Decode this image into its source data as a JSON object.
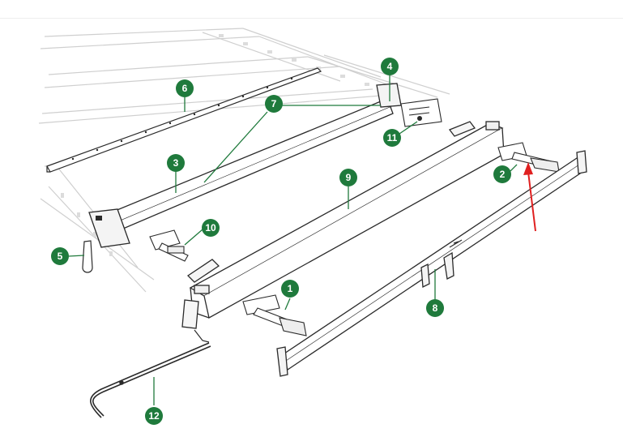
{
  "colors": {
    "callout_fill": "#1f7a3c",
    "leader_line": "#1f7a3c",
    "arrow": "#e02020",
    "part_stroke": "#2a2a2a",
    "background_frame": "#d0d0d0"
  },
  "callouts": [
    {
      "id": "c1",
      "label": "1"
    },
    {
      "id": "c2",
      "label": "2"
    },
    {
      "id": "c3",
      "label": "3"
    },
    {
      "id": "c4",
      "label": "4"
    },
    {
      "id": "c5",
      "label": "5"
    },
    {
      "id": "c6",
      "label": "6"
    },
    {
      "id": "c7",
      "label": "7"
    },
    {
      "id": "c8",
      "label": "8"
    },
    {
      "id": "c9",
      "label": "9"
    },
    {
      "id": "c10",
      "label": "10"
    },
    {
      "id": "c11",
      "label": "11"
    },
    {
      "id": "c12",
      "label": "12"
    }
  ]
}
